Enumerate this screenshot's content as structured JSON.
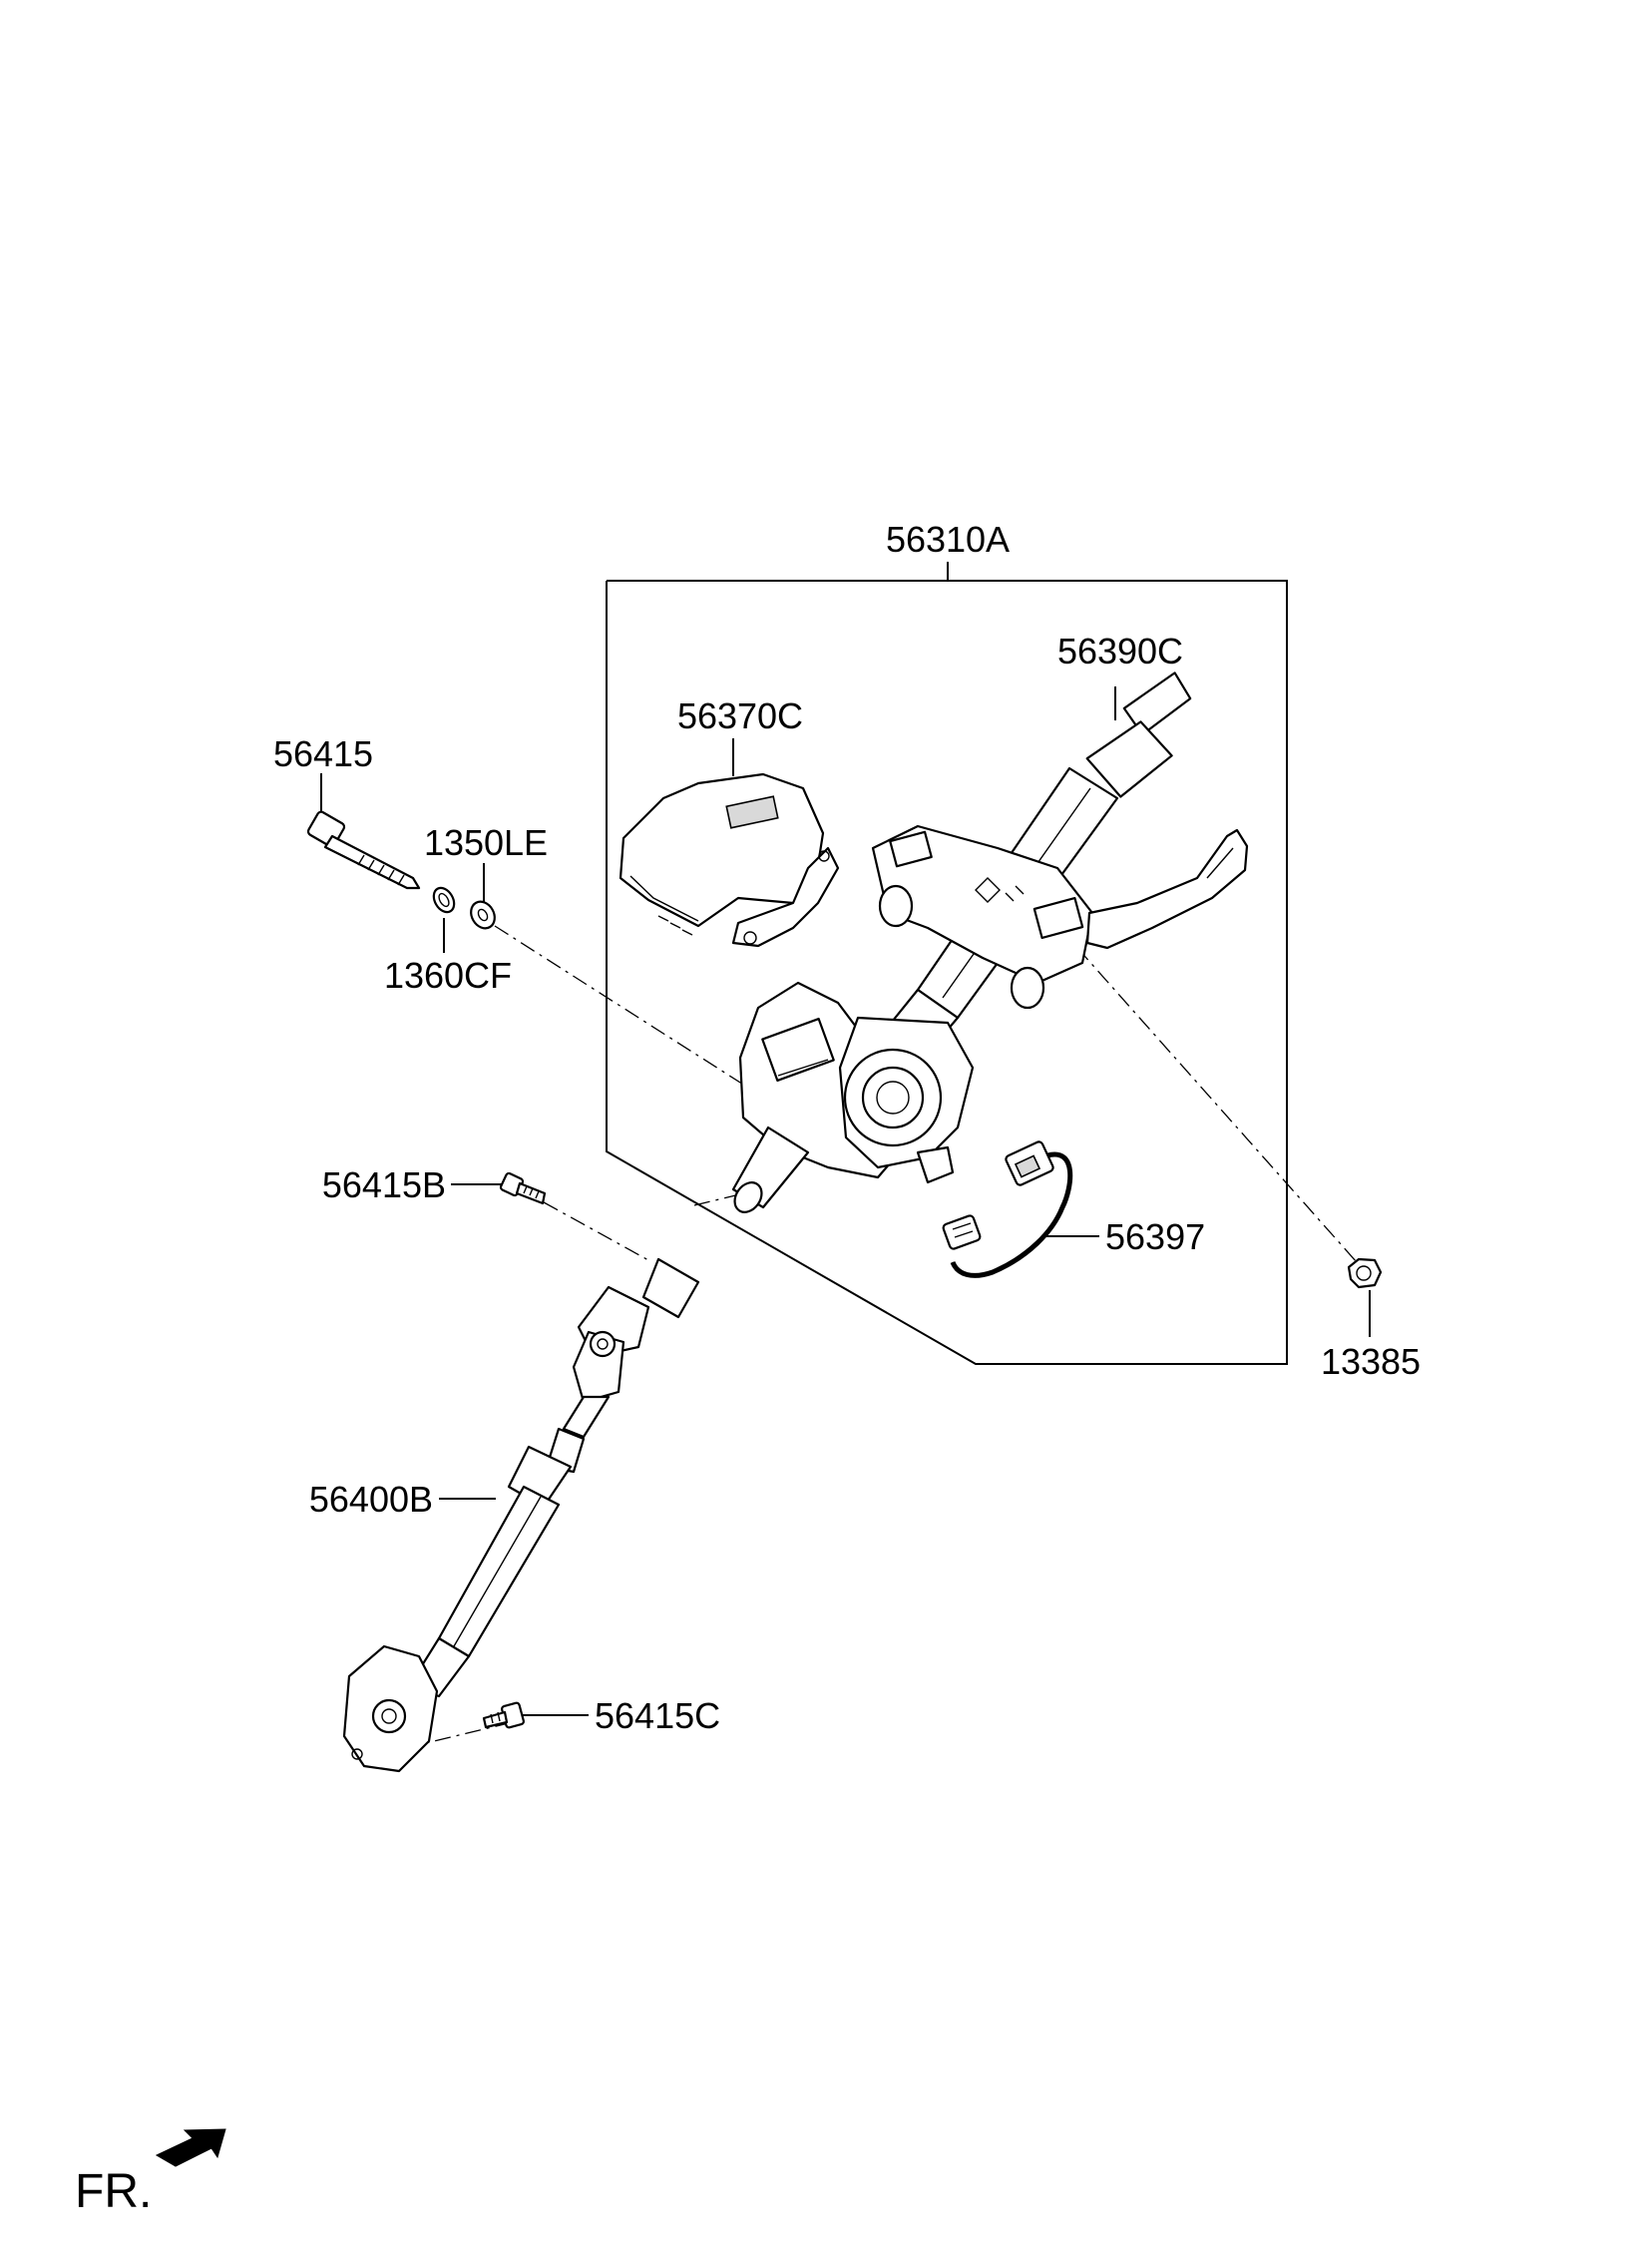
{
  "labels": {
    "steering_column_assembly": "56310A",
    "column_shaft": "56390C",
    "control_unit": "56370C",
    "bolt": "56415",
    "washer_a": "1350LE",
    "washer_b": "1360CF",
    "bolt_b": "56415B",
    "wiring_harness": "56397",
    "nut": "13385",
    "intermediate_shaft": "56400B",
    "bolt_c": "56415C",
    "front_indicator": "FR."
  },
  "icons": {
    "front_arrow": "front-arrow-icon"
  },
  "colors": {
    "line": "#000000",
    "background": "#ffffff",
    "shade": "#d9d9d9"
  }
}
